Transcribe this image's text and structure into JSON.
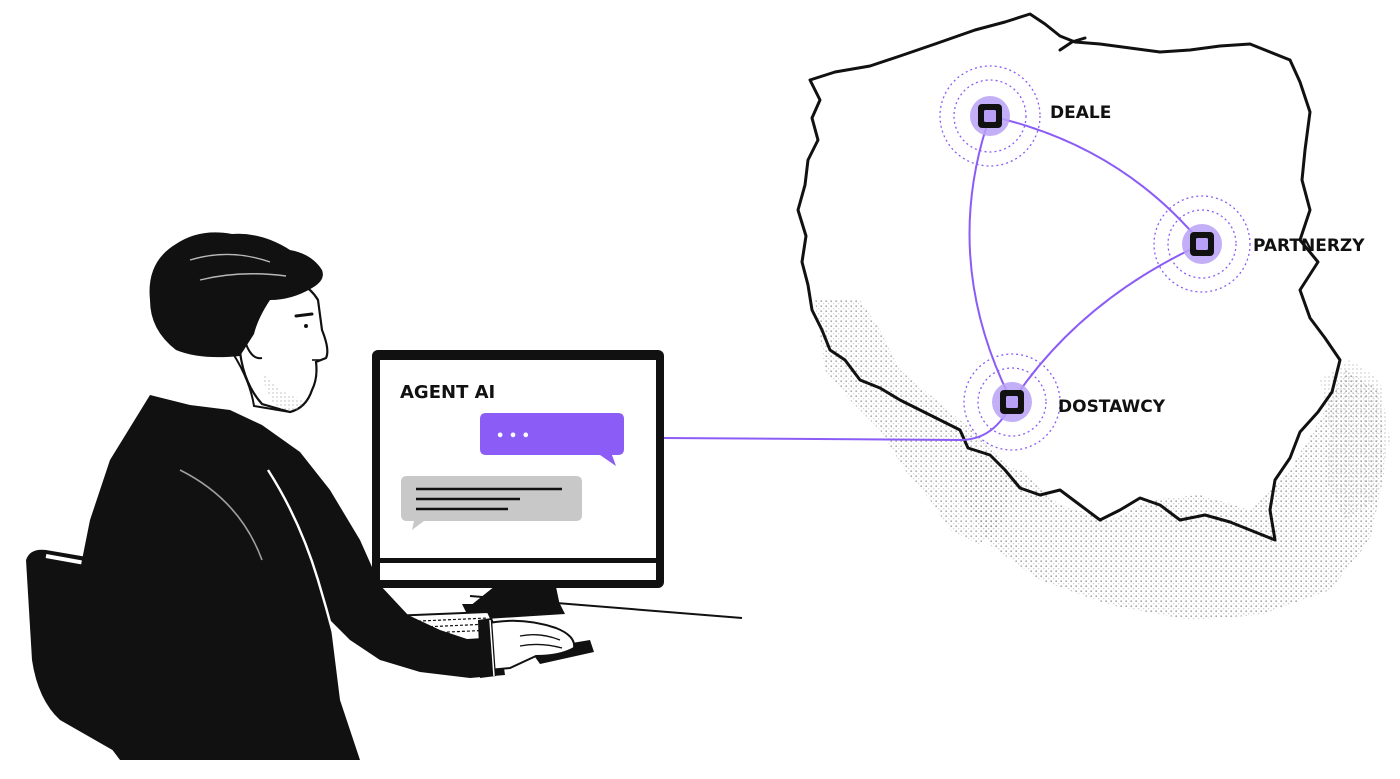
{
  "screen": {
    "title": "AGENT AI",
    "agent_bubble_text": "• • •"
  },
  "map": {
    "nodes": [
      {
        "id": "deale",
        "label": "DEALE"
      },
      {
        "id": "partnerzy",
        "label": "PARTNERZY"
      },
      {
        "id": "dostawcy",
        "label": "DOSTAWCY"
      }
    ]
  },
  "colors": {
    "accent": "#8b5cf6",
    "accent_light": "#b9a0f7",
    "ink": "#111111",
    "bubble_gray": "#c8c8c8",
    "stipple": "#9a9a9a"
  },
  "icons": {
    "node_icon": "square-node-icon",
    "chat_icon": "chat-bubble-icon"
  }
}
